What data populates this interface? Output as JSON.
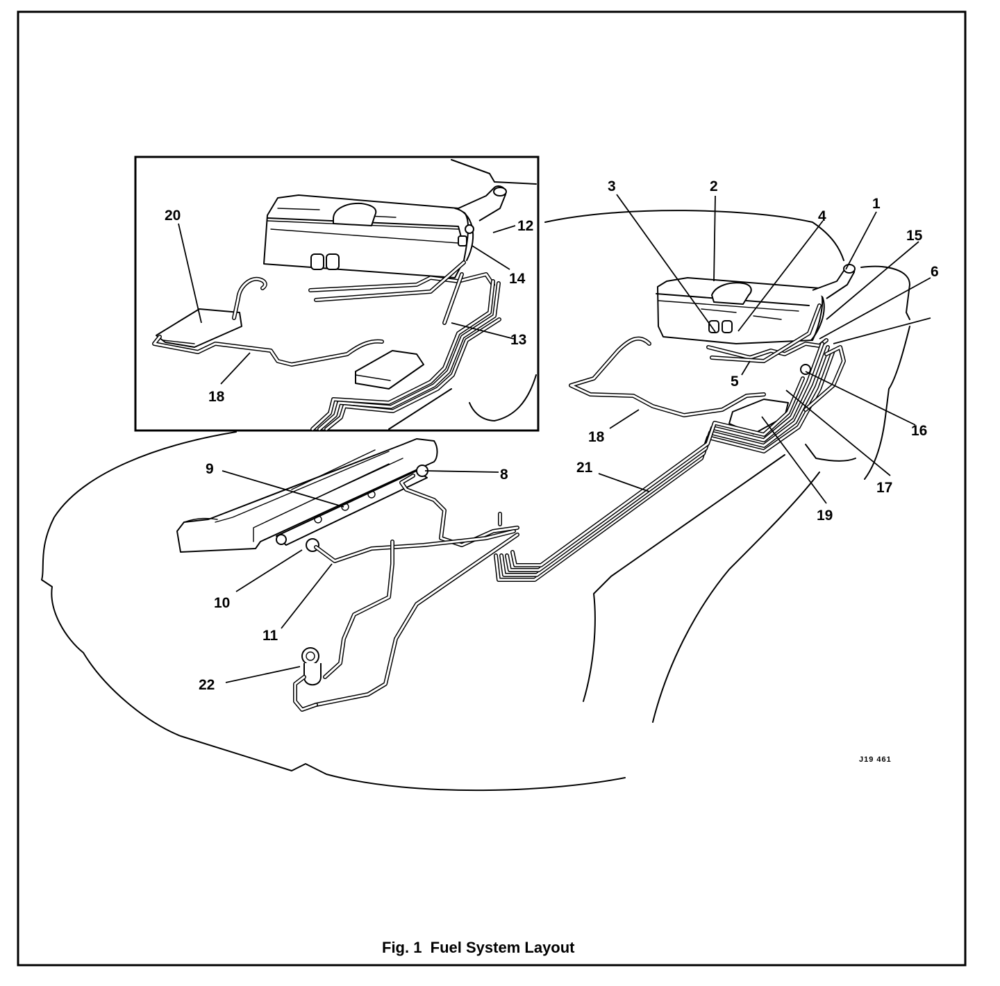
{
  "figure": {
    "caption": "Fig. 1  Fuel System Layout",
    "reference_code": "J19 461",
    "colors": {
      "ink": "#000000",
      "paper": "#ffffff"
    }
  },
  "inset": {
    "callouts": [
      {
        "id": "c20",
        "label": "20"
      },
      {
        "id": "c12",
        "label": "12"
      },
      {
        "id": "c14",
        "label": "14"
      },
      {
        "id": "c13",
        "label": "13"
      },
      {
        "id": "c18i",
        "label": "18"
      }
    ]
  },
  "main": {
    "callouts": [
      {
        "id": "c3",
        "label": "3"
      },
      {
        "id": "c2",
        "label": "2"
      },
      {
        "id": "c4",
        "label": "4"
      },
      {
        "id": "c1",
        "label": "1"
      },
      {
        "id": "c15",
        "label": "15"
      },
      {
        "id": "c6",
        "label": "6"
      },
      {
        "id": "c5",
        "label": "5"
      },
      {
        "id": "c16",
        "label": "16"
      },
      {
        "id": "c17",
        "label": "17"
      },
      {
        "id": "c18",
        "label": "18"
      },
      {
        "id": "c19",
        "label": "19"
      },
      {
        "id": "c21",
        "label": "21"
      },
      {
        "id": "c9",
        "label": "9"
      },
      {
        "id": "c8",
        "label": "8"
      },
      {
        "id": "c10",
        "label": "10"
      },
      {
        "id": "c11",
        "label": "11"
      },
      {
        "id": "c22",
        "label": "22"
      }
    ]
  }
}
